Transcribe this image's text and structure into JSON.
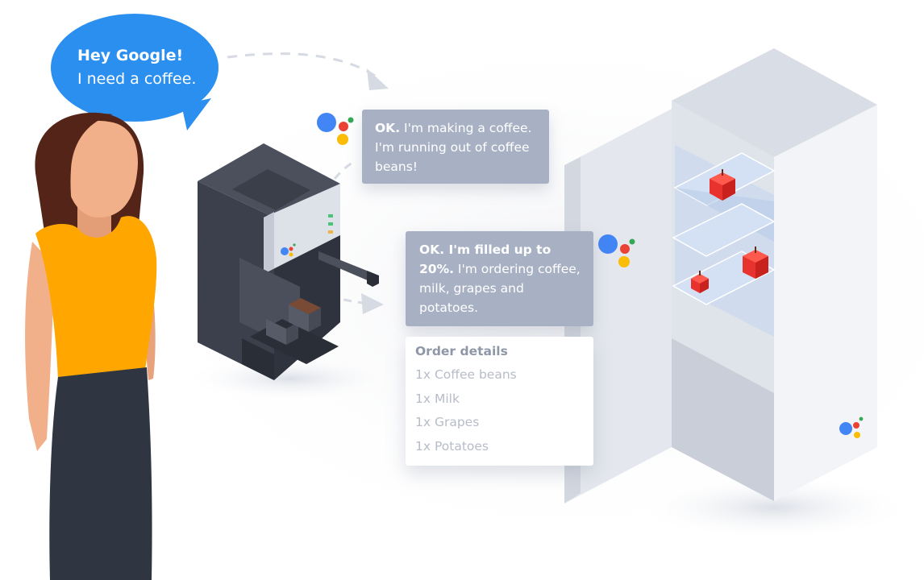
{
  "user_speech": {
    "line1": "Hey Google!",
    "line2": "I need a coffee."
  },
  "coffee_machine_message": {
    "lead": "OK.",
    "rest": " I'm making a coffee. I'm running out of coffee beans!"
  },
  "fridge_message": {
    "lead": "OK. I'm filled up to 20%.",
    "rest": " I'm ordering coffee, milk, grapes and potatoes."
  },
  "order_details": {
    "title": "Order details",
    "items": [
      "1x Coffee beans",
      "1x Milk",
      "1x Grapes",
      "1x Potatoes"
    ]
  },
  "colors": {
    "speech_bubble": "#2b8ff0",
    "assistant_box": "#a8b1c4",
    "google_blue": "#4285f4",
    "google_red": "#ea4335",
    "google_yellow": "#fbbc05",
    "google_green": "#34a853",
    "shirt": "#ffa600",
    "skirt": "#2f3642",
    "hair": "#552418",
    "skin": "#f2b08a",
    "apple": "#e8322d"
  },
  "icons": [
    "google-assistant-icon",
    "apple-icon",
    "arrow-icon"
  ]
}
